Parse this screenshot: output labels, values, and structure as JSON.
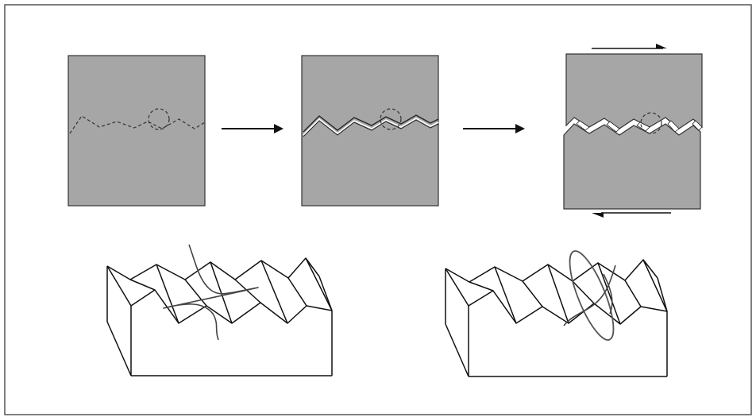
{
  "figure": {
    "background": "#ffffff",
    "frame_color": "#555555",
    "block_fill": "#a6a6a6",
    "block_stroke": "#333333",
    "line_color": "#111111",
    "fiber_color": "#444444",
    "gap_color": "#ffffff"
  },
  "panels": {
    "top": [
      "intact-block",
      "opened-crack-block",
      "sheared-block"
    ],
    "bottom": [
      "rough-surface-fiber-a",
      "rough-surface-fiber-b"
    ]
  }
}
